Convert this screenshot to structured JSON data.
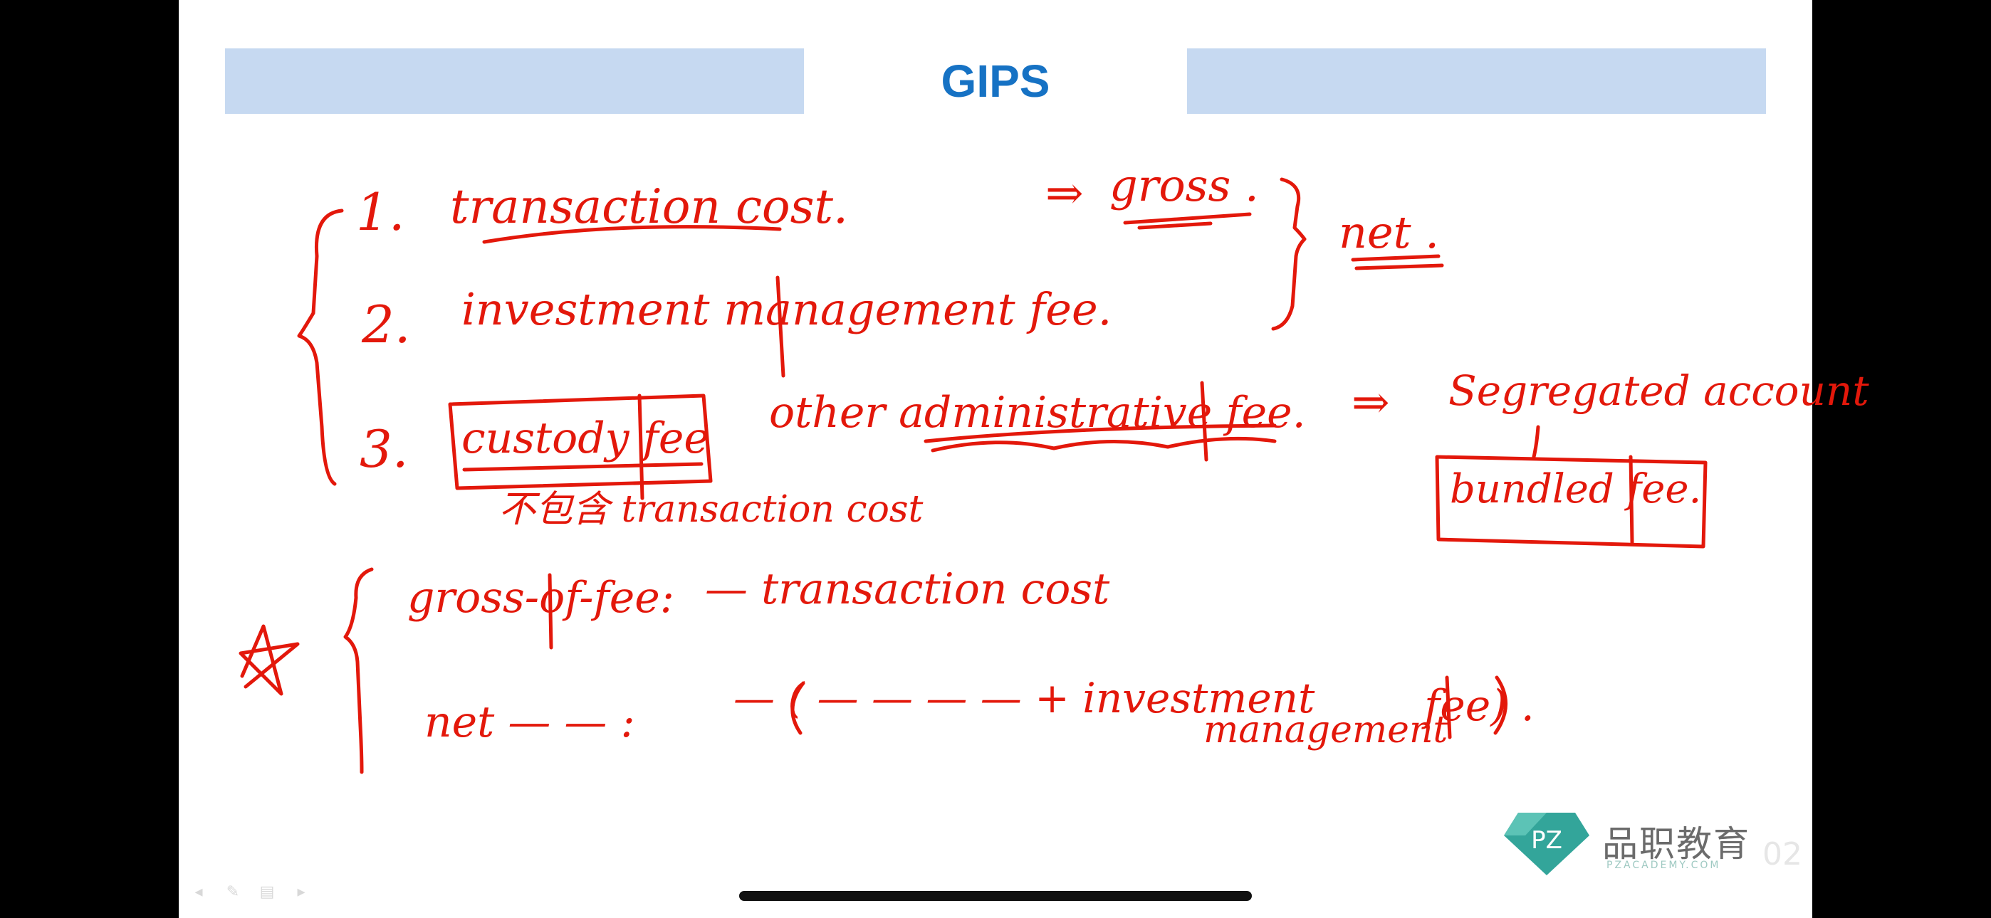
{
  "slide": {
    "title": "GIPS",
    "title_color": "#1672c4",
    "band_color": "#c6d9f1",
    "ink_color": "#e3180b"
  },
  "notes": {
    "line1_num": "1.",
    "line1_text": "transaction cost.",
    "arrow_gross": "⇒",
    "gross": "gross .",
    "net": "net .",
    "line2_num": "2.",
    "line2_text": "investment management fee.",
    "line3_num": "3.",
    "custody_fee": "custody fee",
    "other_admin": "other administrative fee.",
    "arrow_segregated": "⇒",
    "segregated": "Segregated account",
    "bundled": "bundled fee.",
    "not_included": "不包含 transaction cost",
    "star": "☆",
    "gof_label": "gross-of-fee:",
    "gof_rest": "— transaction cost",
    "net_label": "net — — :",
    "net_formula": "— ( — — — — + investment",
    "net_formula2": "management",
    "net_fee": "fee) ."
  },
  "branding": {
    "logo_mark": "PZ",
    "name": "品职教育",
    "sub": "PZACADEMY.COM",
    "watermark": "02",
    "logo_color": "#33a59a"
  },
  "controls": {
    "prev_icon": "arrow-left-icon",
    "pen_icon": "pen-icon",
    "menu_icon": "menu-icon",
    "next_icon": "arrow-right-icon"
  }
}
